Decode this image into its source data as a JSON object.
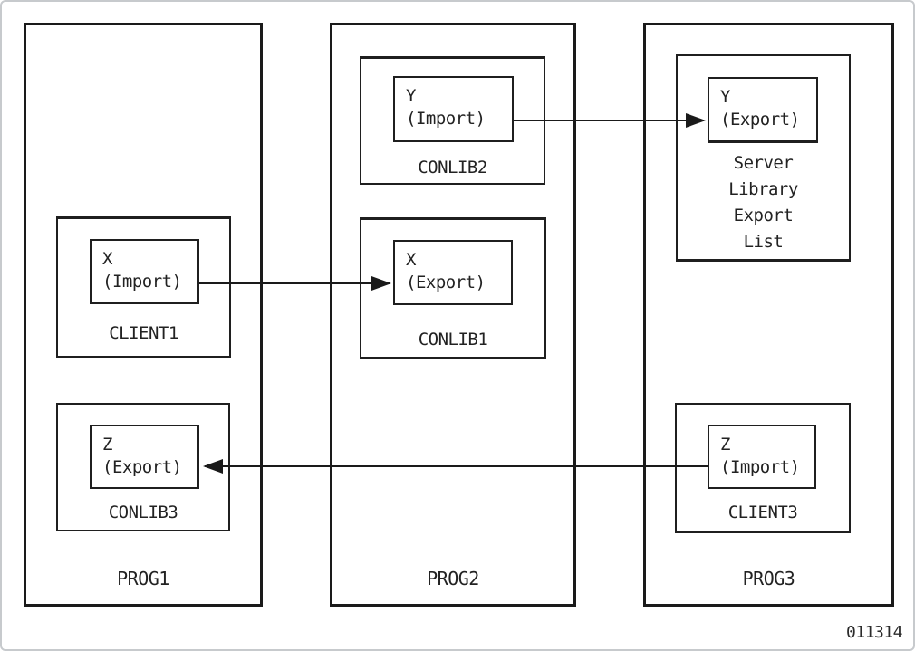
{
  "figure_number": "011314",
  "colors": {
    "line": "#1a1a1a",
    "background": "#ffffff",
    "frame_border": "#c7cacd"
  },
  "programs": [
    {
      "id": "prog1",
      "label": "PROG1"
    },
    {
      "id": "prog2",
      "label": "PROG2"
    },
    {
      "id": "prog3",
      "label": "PROG3"
    }
  ],
  "boxes": {
    "client1": {
      "label": "CLIENT1",
      "symbol": "X",
      "direction": "(Import)",
      "program": "PROG1"
    },
    "conlib3": {
      "label": "CONLIB3",
      "symbol": "Z",
      "direction": "(Export)",
      "program": "PROG1"
    },
    "conlib2": {
      "label": "CONLIB2",
      "symbol": "Y",
      "direction": "(Import)",
      "program": "PROG2"
    },
    "conlib1": {
      "label": "CONLIB1",
      "symbol": "X",
      "direction": "(Export)",
      "program": "PROG2"
    },
    "server_export_list": {
      "label_lines": [
        "Server",
        "Library",
        "Export",
        "List"
      ],
      "symbol": "Y",
      "direction": "(Export)",
      "program": "PROG3"
    },
    "client3": {
      "label": "CLIENT3",
      "symbol": "Z",
      "direction": "(Import)",
      "program": "PROG3"
    }
  },
  "connections": [
    {
      "from": "X (Import) in CLIENT1 / PROG1",
      "to": "X (Export) in CONLIB1 / PROG2"
    },
    {
      "from": "Y (Import) in CONLIB2 / PROG2",
      "to": "Y (Export) in Server Library Export List / PROG3"
    },
    {
      "from": "Z (Import) in CLIENT3 / PROG3",
      "to": "Z (Export) in CONLIB3 / PROG1"
    }
  ]
}
